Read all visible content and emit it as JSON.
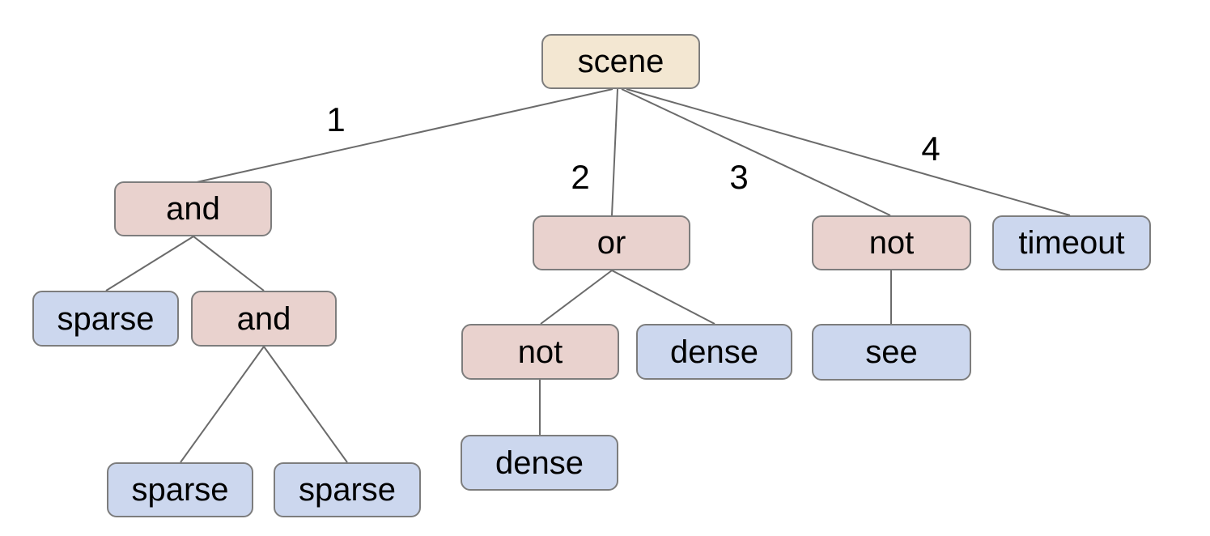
{
  "diagram": {
    "type": "tree",
    "nodes": {
      "scene": {
        "label": "scene",
        "role": "root"
      },
      "and1": {
        "label": "and",
        "role": "operator"
      },
      "or1": {
        "label": "or",
        "role": "operator"
      },
      "not1": {
        "label": "not",
        "role": "operator"
      },
      "timeout1": {
        "label": "timeout",
        "role": "leaf"
      },
      "sparse1": {
        "label": "sparse",
        "role": "leaf"
      },
      "and2": {
        "label": "and",
        "role": "operator"
      },
      "sparse2": {
        "label": "sparse",
        "role": "leaf"
      },
      "sparse3": {
        "label": "sparse",
        "role": "leaf"
      },
      "not2": {
        "label": "not",
        "role": "operator"
      },
      "dense1": {
        "label": "dense",
        "role": "leaf"
      },
      "dense2": {
        "label": "dense",
        "role": "leaf"
      },
      "see1": {
        "label": "see",
        "role": "leaf"
      }
    },
    "edge_labels": {
      "e1": "1",
      "e2": "2",
      "e3": "3",
      "e4": "4"
    },
    "structure": {
      "scene": [
        {
          "edge": "1",
          "node": "and",
          "children": [
            {
              "node": "sparse"
            },
            {
              "node": "and",
              "children": [
                {
                  "node": "sparse"
                },
                {
                  "node": "sparse"
                }
              ]
            }
          ]
        },
        {
          "edge": "2",
          "node": "or",
          "children": [
            {
              "node": "not",
              "children": [
                {
                  "node": "dense"
                }
              ]
            },
            {
              "node": "dense"
            }
          ]
        },
        {
          "edge": "3",
          "node": "not",
          "children": [
            {
              "node": "see"
            }
          ]
        },
        {
          "edge": "4",
          "node": "timeout"
        }
      ]
    },
    "colors": {
      "root_fill": "#f3e7d2",
      "operator_fill": "#e9d2ce",
      "leaf_fill": "#ccd7ee",
      "node_border": "#7d7d7d",
      "edge_stroke": "#6b6b6b",
      "text": "#000000",
      "background": "#ffffff"
    }
  }
}
